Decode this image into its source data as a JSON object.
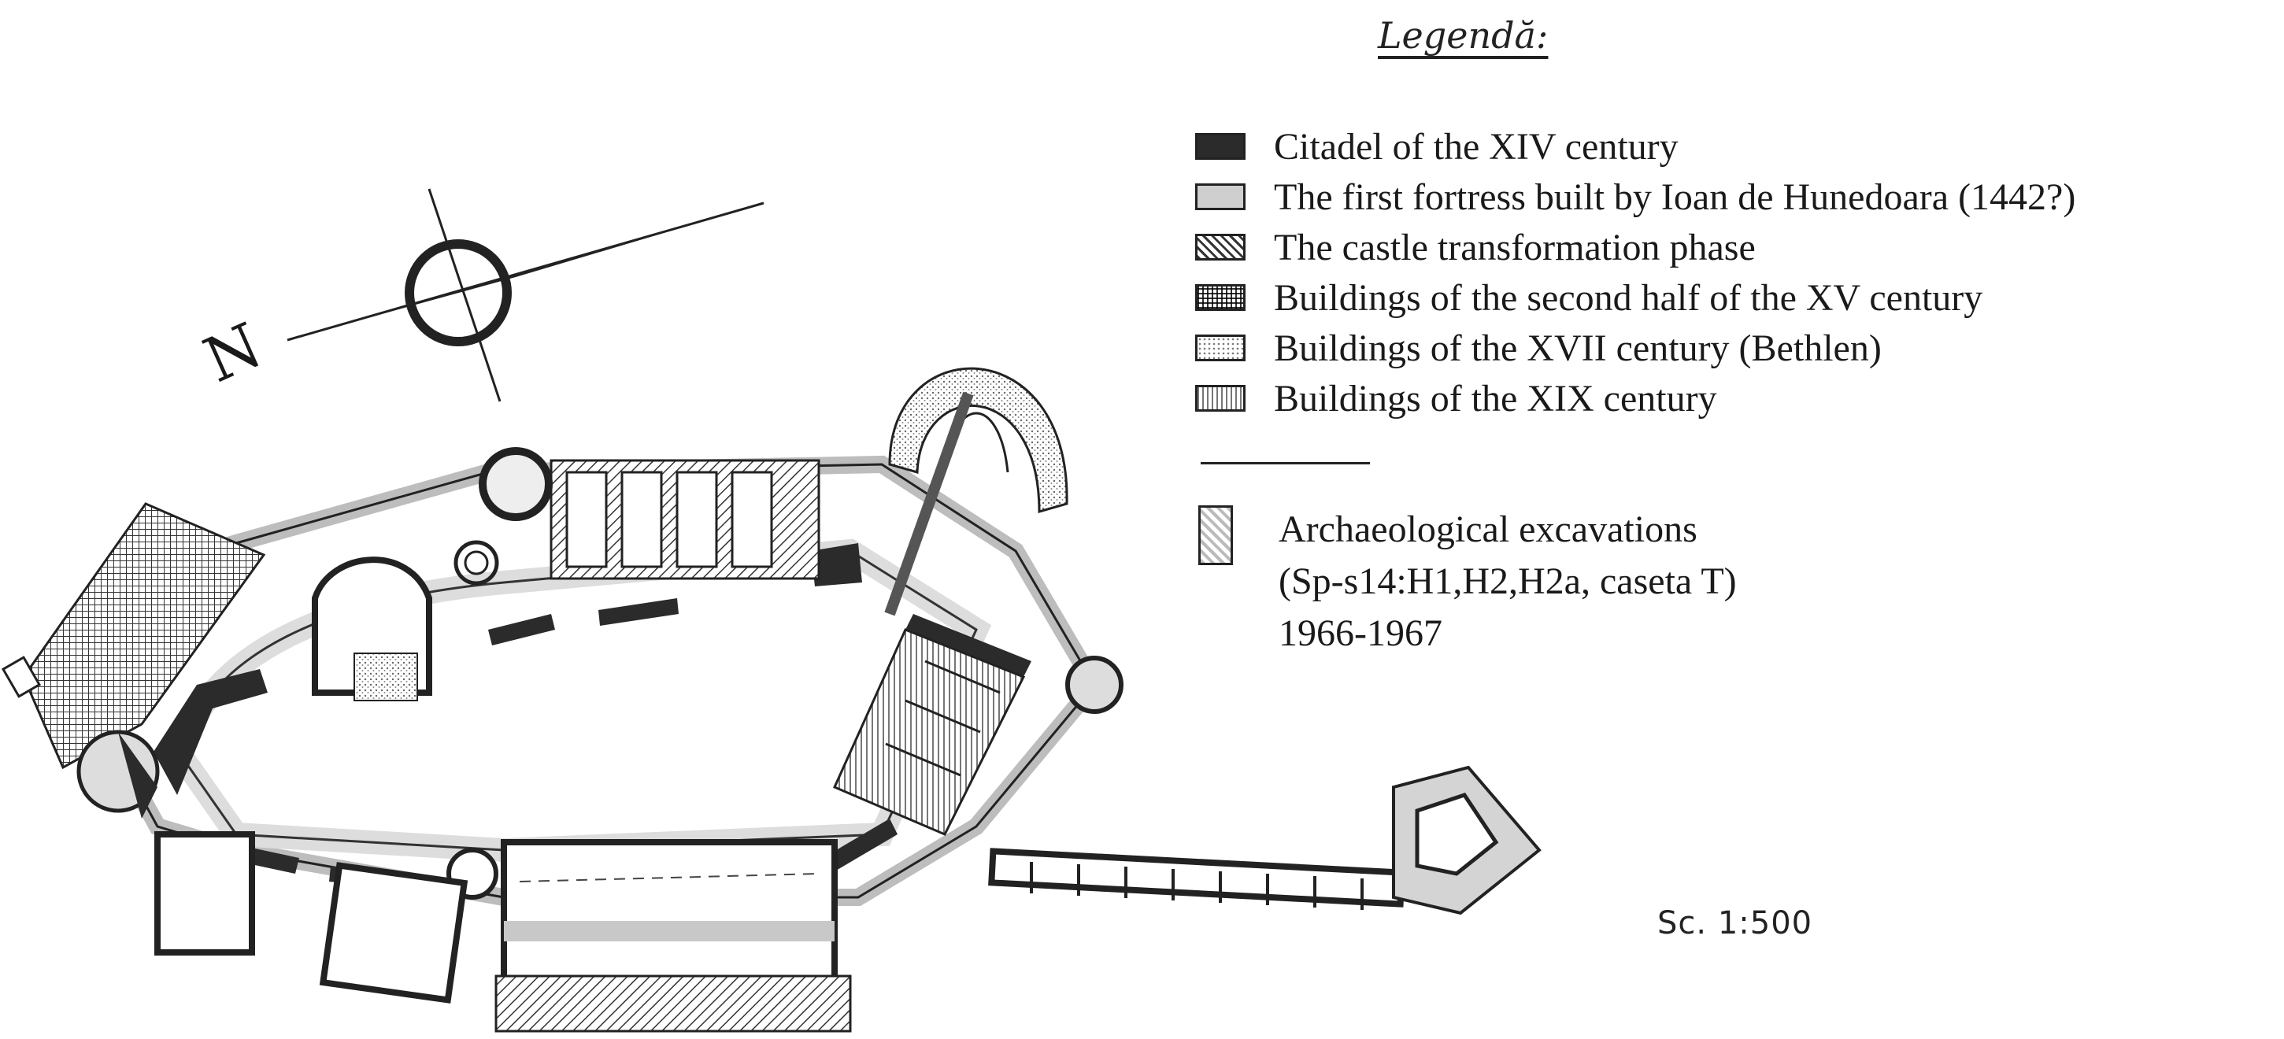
{
  "legend": {
    "title": "Legendă:",
    "items": [
      {
        "label": "Citadel of the XIV century",
        "pattern": "solid-dark",
        "color": "#2b2b2b"
      },
      {
        "label": "The first fortress built by Ioan de Hunedoara (1442?)",
        "pattern": "solid-light",
        "color": "#cfcfcf"
      },
      {
        "label": "The castle transformation phase",
        "pattern": "diagonal-hatch",
        "color": "#555555"
      },
      {
        "label": "Buildings of the second half of the XV century",
        "pattern": "cross-hatch",
        "color": "#444444"
      },
      {
        "label": "Buildings of the XVII century (Bethlen)",
        "pattern": "stipple",
        "color": "#777777"
      },
      {
        "label": "Buildings of the XIX century",
        "pattern": "vertical-lines",
        "color": "#888888"
      }
    ],
    "excavation": {
      "lines": [
        "Archaeological excavations",
        "(Sp-s14:H1,H2,H2a, caseta T)",
        "1966-1967"
      ]
    }
  },
  "compass": {
    "north_label": "N"
  },
  "scale": {
    "label": "Sc. 1:500"
  },
  "colors": {
    "ink": "#1a1a1a",
    "citadel": "#2b2b2b",
    "first_fortress": "#cfcfcf",
    "paper": "#ffffff"
  }
}
